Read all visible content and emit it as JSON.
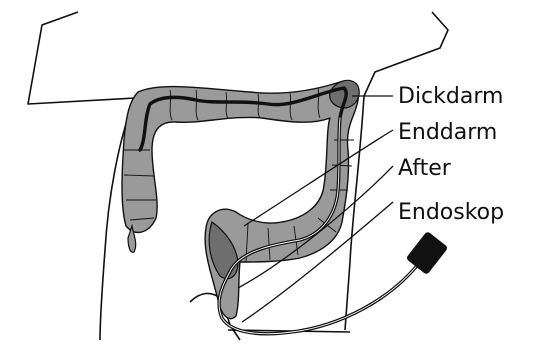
{
  "labels": {
    "colon": "Dickdarm",
    "rectum": "Enddarm",
    "anus": "After",
    "endoscope": "Endoskop"
  },
  "colors": {
    "outline": "#111111",
    "colon_fill": "#9a9a9a",
    "colon_dark": "#6e6e6e",
    "background": "#ffffff"
  }
}
